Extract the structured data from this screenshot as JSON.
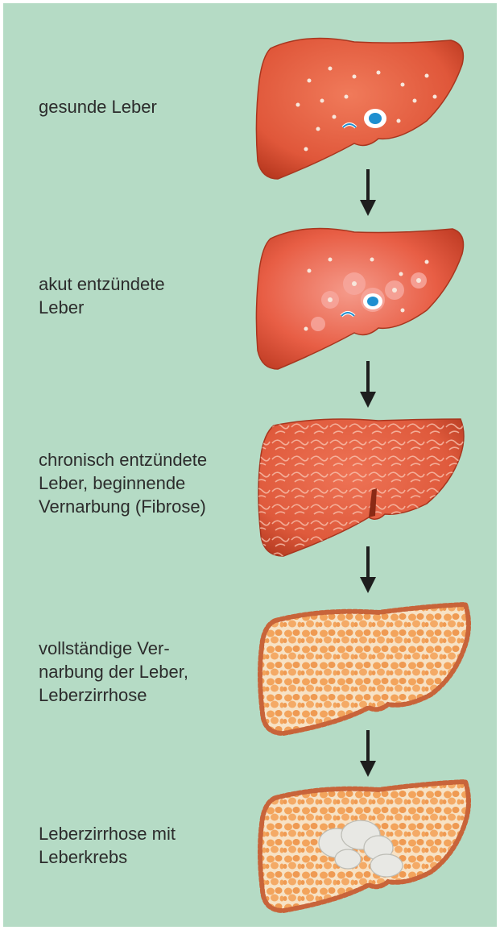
{
  "stages": [
    {
      "label": "gesunde Leber"
    },
    {
      "label": "akut entzündete\nLeber"
    },
    {
      "label": "chronisch entzündete\nLeber, beginnende\nVernarbung (Fibrose)"
    },
    {
      "label": "vollständige Ver-\nnarbung der Leber,\nLeberzirrhose"
    },
    {
      "label": "Leberzirrhose mit\nLeberkrebs"
    }
  ],
  "colors": {
    "background": "#b5dbc5",
    "liver_healthy": "#e0573a",
    "liver_inflamed": "#e85e45",
    "liver_fibrosis": "#df5a3c",
    "cirrhosis_nodule": "#f3a45c",
    "cirrhosis_septa": "#f7e2c5",
    "tumor": "#e8e8e4",
    "arrow": "#1e1e1e"
  },
  "icons": [
    "liver-healthy",
    "liver-acute-inflamed",
    "liver-chronic-fibrosis",
    "liver-cirrhosis",
    "liver-cirrhosis-cancer",
    "arrow-down"
  ]
}
